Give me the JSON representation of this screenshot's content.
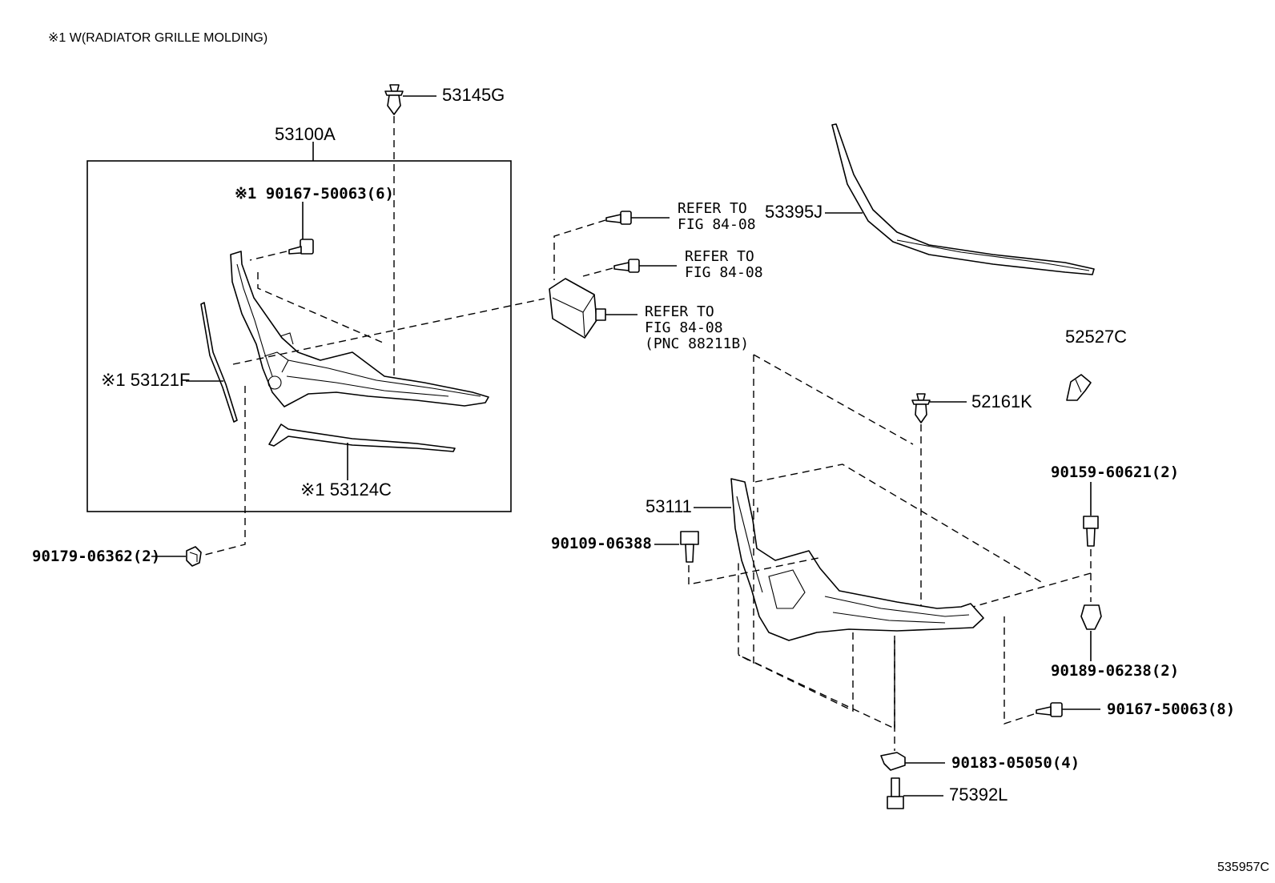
{
  "header_note": "※1 W(RADIATOR GRILLE MOLDING)",
  "diagram_id": "535957C",
  "group_label": "53100A",
  "parts": {
    "p53145G": "53145G",
    "p90167_50063_6": "※1 90167-50063(6)",
    "p53121F": "※1 53121F",
    "p53124C": "※1 53124C",
    "p90179": "90179-06362(2)",
    "p53395J": "53395J",
    "p52527C": "52527C",
    "p52161K": "52161K",
    "p53111": "53111",
    "p90109": "90109-06388",
    "p90159": "90159-60621(2)",
    "p90189": "90189-06238(2)",
    "p90167_8": "90167-50063(8)",
    "p90183": "90183-05050(4)",
    "p75392L": "75392L"
  },
  "refs": {
    "ref1": [
      "REFER TO",
      "FIG 84-08"
    ],
    "ref2": [
      "REFER TO",
      "FIG 84-08"
    ],
    "ref3": [
      "REFER TO",
      "FIG 84-08",
      "(PNC 88211B)"
    ]
  },
  "icons": [
    "clip-icon",
    "screw-icon",
    "bolt-icon",
    "nut-icon",
    "sensor-icon",
    "bracket-icon",
    "grille-icon",
    "molding-icon"
  ]
}
